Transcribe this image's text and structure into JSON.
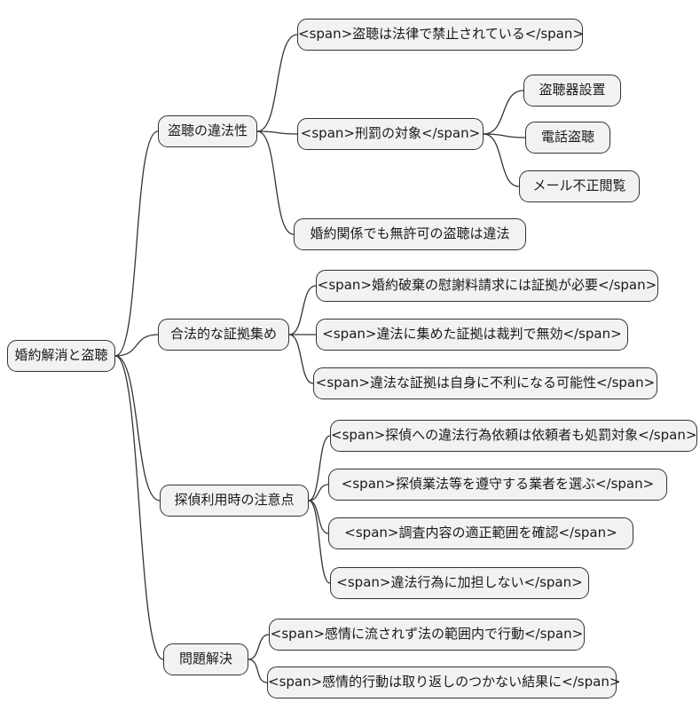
{
  "diagram": {
    "type": "mindmap",
    "root": {
      "label": "婚約解消と盗聴"
    },
    "branches": [
      {
        "label": "盗聴の違法性",
        "children": [
          {
            "label": "<span>盗聴は法律で禁止されている</span>",
            "children": []
          },
          {
            "label": "<span>刑罰の対象</span>",
            "children": [
              {
                "label": "盗聴器設置"
              },
              {
                "label": "電話盗聴"
              },
              {
                "label": "メール不正閲覧"
              }
            ]
          },
          {
            "label": "婚約関係でも無許可の盗聴は違法",
            "children": []
          }
        ]
      },
      {
        "label": "合法的な証拠集め",
        "children": [
          {
            "label": "<span>婚約破棄の慰謝料請求には証拠が必要</span>"
          },
          {
            "label": "<span>違法に集めた証拠は裁判で無効</span>"
          },
          {
            "label": "<span>違法な証拠は自身に不利になる可能性</span>"
          }
        ]
      },
      {
        "label": "探偵利用時の注意点",
        "children": [
          {
            "label": "<span>探偵への違法行為依頼は依頼者も処罰対象</span>"
          },
          {
            "label": "<span>探偵業法等を遵守する業者を選ぶ</span>"
          },
          {
            "label": "<span>調査内容の適正範囲を確認</span>"
          },
          {
            "label": "<span>違法行為に加担しない</span>"
          }
        ]
      },
      {
        "label": "問題解決",
        "children": [
          {
            "label": "<span>感情に流されず法の範囲内で行動</span>"
          },
          {
            "label": "<span>感情的行動は取り返しのつかない結果に</span>"
          }
        ]
      }
    ],
    "colors": {
      "node_fill": "#f2f2f2",
      "node_border": "#333333",
      "edge": "#333333",
      "text": "#1a1a1a",
      "background": "#ffffff"
    }
  }
}
